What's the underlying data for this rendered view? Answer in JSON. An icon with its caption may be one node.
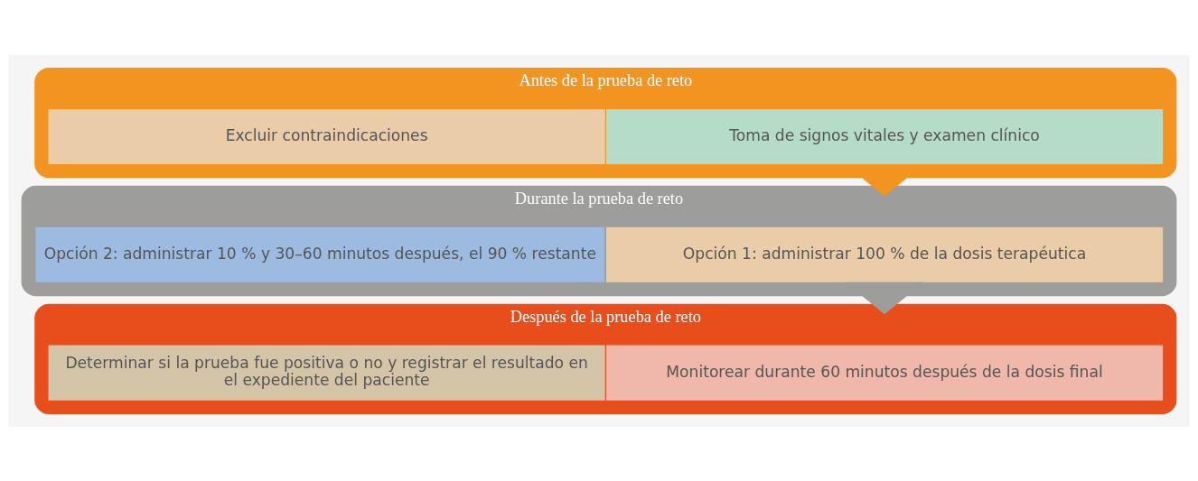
{
  "diagram": {
    "nodes": [
      {
        "text": [
          "Antes de la prueba de reto"
        ]
      },
      {
        "text": [
          "Toma de signos vitales y examen clínico"
        ],
        "in": 0
      },
      {
        "text": [
          "Excluir contraindicaciones"
        ],
        "in": 0
      },
      {
        "text": [
          "Durante la prueba de reto"
        ]
      },
      {
        "text": [
          "Opción 1: administrar 100 % de la dosis terapéutica"
        ],
        "in": 3
      },
      {
        "text": [
          "Opción 2: administrar 10 % y 30–60 minutos después, el 90 % restante"
        ],
        "in": 3
      },
      {
        "text": [
          "Después de la prueba de reto"
        ]
      },
      {
        "text": [
          "Monitorear durante 60 minutos después de la dosis final"
        ],
        "in": 6
      },
      {
        "text": [
          "Determinar si la prueba fue positiva o no y registrar el resultado en el expediente del paciente"
        ],
        "in": 6
      }
    ],
    "edges": [
      {
        "from": 0,
        "to": 3,
        "arrow": "to",
        "style": "thick",
        "color": "#f39420"
      },
      {
        "from": 3,
        "to": 6,
        "arrow": "to",
        "style": "thick",
        "color": "#9d9d9c"
      }
    ]
  }
}
